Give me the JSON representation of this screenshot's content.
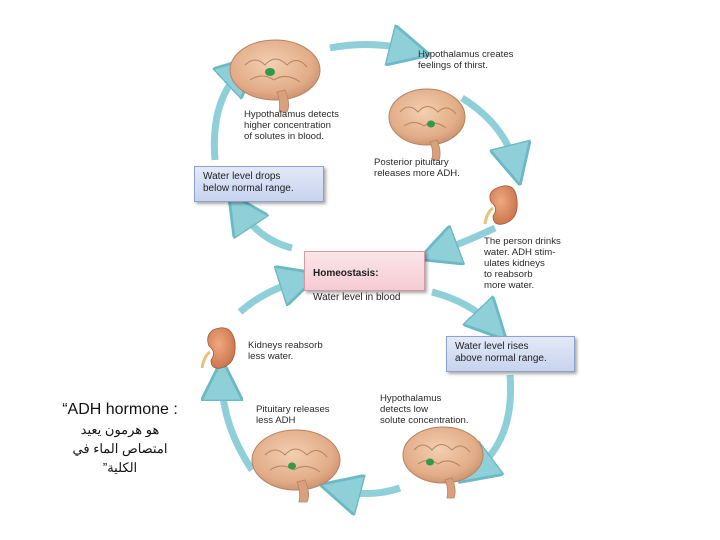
{
  "diagram": {
    "labels": {
      "thirst": "Hypothalamus creates\nfeelings of thirst.",
      "detects_high": "Hypothalamus detects\nhigher concentration\nof solutes in blood.",
      "posterior": "Posterior pituitary\nreleases more ADH.",
      "drinks": "The person drinks\nwater. ADH stim-\nulates kidneys\nto reabsorb\nmore water.",
      "kidneys_less": "Kidneys reabsorb\nless water.",
      "pituitary_less": "Pituitary releases\nless ADH",
      "detects_low": "Hypothalamus\ndetects low\nsolute concentration."
    },
    "boxes": {
      "drops": "Water level drops\nbelow normal range.",
      "rises": "Water level rises\nabove normal range.",
      "homeostasis_title": "Homeostasis:",
      "homeostasis_sub": "Water level in blood"
    }
  },
  "note": {
    "line1": "“ADH hormone :",
    "line2": "هو هرمون يعيد",
    "line3": "امتصاص الماء في",
    "line4": "الكلية”"
  },
  "colors": {
    "arrow": "#8fd0d8",
    "arrow_edge": "#6bb9c4",
    "brain": "#e6b593",
    "brain_dark": "#b98262",
    "hypothalamus": "#2f9a4a",
    "kidney": "#d9875f",
    "box_blue": "#c7d3ee",
    "box_pink": "#f5cbd3"
  }
}
